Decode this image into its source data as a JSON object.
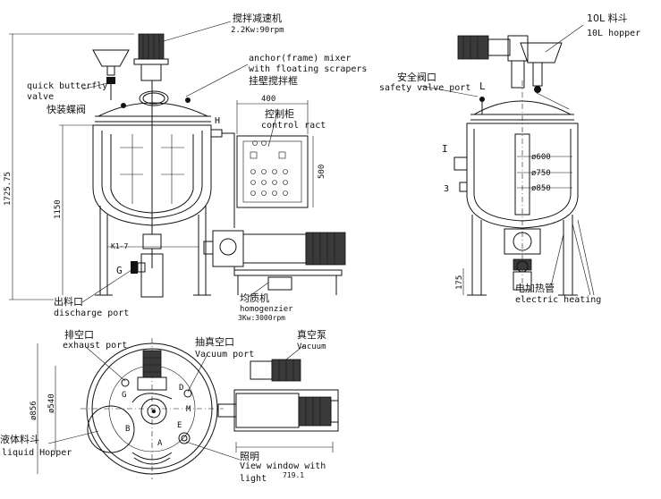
{
  "front_view": {
    "motor_zh": "搅拌减速机",
    "motor_spec": "2.2Kw:90rpm",
    "mixer_en_1": "anchor(frame) mixer",
    "mixer_en_2": "with floating scrapers",
    "mixer_zh": "挂壁搅拌框",
    "valve_en_1": "quick butterfly",
    "valve_en_2": "valve",
    "valve_zh": "快装蝶阀",
    "dim_width": "400",
    "control_zh": "控制柜",
    "control_en": "control ract",
    "dim_cabinet": "500",
    "dim_total_height": "1725.75",
    "dim_height": "1150",
    "label_h": "H",
    "label_k": "K1-7",
    "label_g": "G",
    "discharge_zh": "出料口",
    "discharge_en": "discharge port",
    "homog_zh": "均质机",
    "homog_en": "homogenzier",
    "homog_spec": "3Kw:3000rpm"
  },
  "side_view": {
    "hopper_zh": "10L 料斗",
    "hopper_en": "10L hopper",
    "safety_zh": "安全阀口",
    "safety_en": "safety valve port",
    "label_l": "L",
    "label_i": "I",
    "label_3": "3",
    "dia_600": "ø600",
    "dia_750": "ø750",
    "dia_850": "ø850",
    "dim_175": "175",
    "heat_zh": "电加热管",
    "heat_en": "electric heating"
  },
  "top_view": {
    "exhaust_zh": "排空口",
    "exhaust_en": "exhaust port",
    "vacuum_port_zh": "抽真空口",
    "vacuum_port_en": "Vacuum port",
    "vacuum_pump_zh": "真空泵",
    "vacuum_pump_en": "Vacuum",
    "dim_856": "ø856",
    "dim_540": "ø540",
    "liquid_zh": "液体料斗",
    "liquid_en": "liquid Hopper",
    "light_zh": "照明",
    "light_en_1": "View window with",
    "light_en_2": "light",
    "dim_719": "719.1",
    "mark_g": "G",
    "mark_d": "D",
    "mark_m": "M",
    "mark_b": "B",
    "mark_e": "E",
    "mark_a": "A"
  }
}
